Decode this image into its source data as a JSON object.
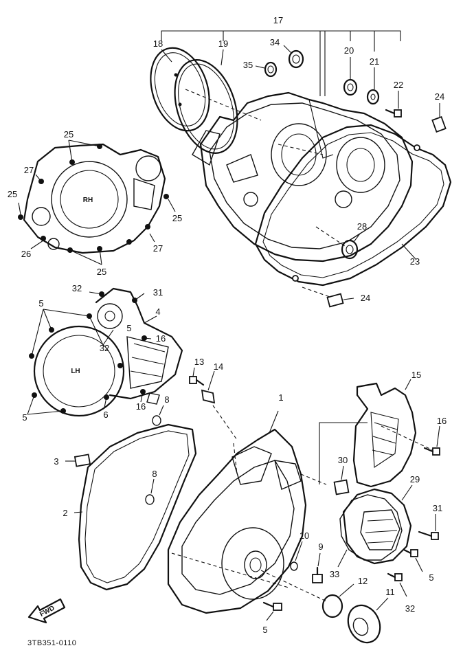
{
  "drawing_code": "3TB351-0110",
  "direction_marker": "FWD",
  "cover_tags": {
    "rh": "RH",
    "lh": "LH"
  },
  "callouts": [
    {
      "id": "c17",
      "label": "17"
    },
    {
      "id": "c18",
      "label": "18"
    },
    {
      "id": "c19",
      "label": "19"
    },
    {
      "id": "c34",
      "label": "34"
    },
    {
      "id": "c35",
      "label": "35"
    },
    {
      "id": "c20",
      "label": "20"
    },
    {
      "id": "c21",
      "label": "21"
    },
    {
      "id": "c22",
      "label": "22"
    },
    {
      "id": "c24a",
      "label": "24"
    },
    {
      "id": "c25a",
      "label": "25"
    },
    {
      "id": "c27a",
      "label": "27"
    },
    {
      "id": "c25b",
      "label": "25"
    },
    {
      "id": "c25c",
      "label": "25"
    },
    {
      "id": "c26",
      "label": "26"
    },
    {
      "id": "c27b",
      "label": "27"
    },
    {
      "id": "c25d",
      "label": "25"
    },
    {
      "id": "c28",
      "label": "28"
    },
    {
      "id": "c23",
      "label": "23"
    },
    {
      "id": "c24b",
      "label": "24"
    },
    {
      "id": "c32a",
      "label": "32"
    },
    {
      "id": "c31a",
      "label": "31"
    },
    {
      "id": "c5a",
      "label": "5"
    },
    {
      "id": "c4",
      "label": "4"
    },
    {
      "id": "c5b",
      "label": "5"
    },
    {
      "id": "c32b",
      "label": "32"
    },
    {
      "id": "c16a",
      "label": "16"
    },
    {
      "id": "c5c",
      "label": "5"
    },
    {
      "id": "c6",
      "label": "6"
    },
    {
      "id": "c16b",
      "label": "16"
    },
    {
      "id": "c8a",
      "label": "8"
    },
    {
      "id": "c13",
      "label": "13"
    },
    {
      "id": "c14",
      "label": "14"
    },
    {
      "id": "c15",
      "label": "15"
    },
    {
      "id": "c1",
      "label": "1"
    },
    {
      "id": "c16c",
      "label": "16"
    },
    {
      "id": "c3",
      "label": "3"
    },
    {
      "id": "c30",
      "label": "30"
    },
    {
      "id": "c8b",
      "label": "8"
    },
    {
      "id": "c29",
      "label": "29"
    },
    {
      "id": "c2",
      "label": "2"
    },
    {
      "id": "c31b",
      "label": "31"
    },
    {
      "id": "c10",
      "label": "10"
    },
    {
      "id": "c9",
      "label": "9"
    },
    {
      "id": "c5d",
      "label": "5"
    },
    {
      "id": "c33",
      "label": "33"
    },
    {
      "id": "c12",
      "label": "12"
    },
    {
      "id": "c11",
      "label": "11"
    },
    {
      "id": "c32c",
      "label": "32"
    },
    {
      "id": "c5e",
      "label": "5"
    }
  ]
}
